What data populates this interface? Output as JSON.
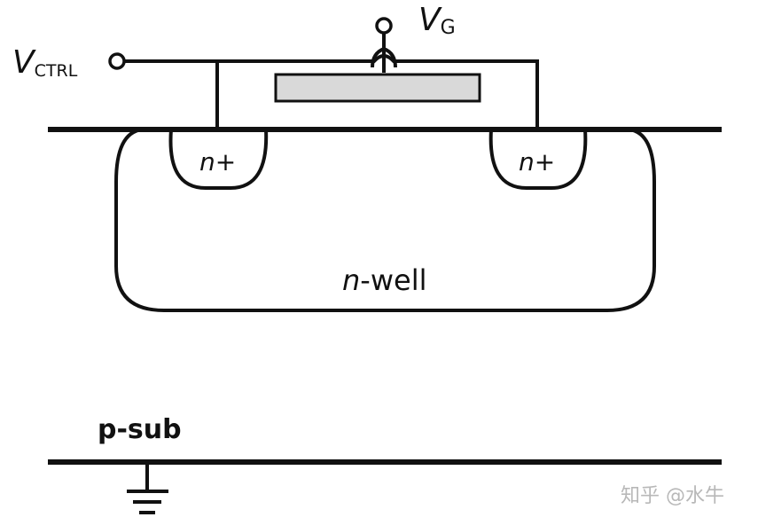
{
  "labels": {
    "vctrl_main": "V",
    "vctrl_sub": "CTRL",
    "vg_main": "V",
    "vg_sub": "G",
    "n_plus_left_italic": "n",
    "n_plus_left_sign": "+",
    "n_plus_right_italic": "n",
    "n_plus_right_sign": "+",
    "nwell_italic": "n",
    "nwell_rest": "-well",
    "psub": "p-sub"
  },
  "watermark": "知乎 @水牛",
  "colors": {
    "line": "#111111",
    "gate": "#d9d9d9",
    "watermark": "#b8b8b8"
  }
}
